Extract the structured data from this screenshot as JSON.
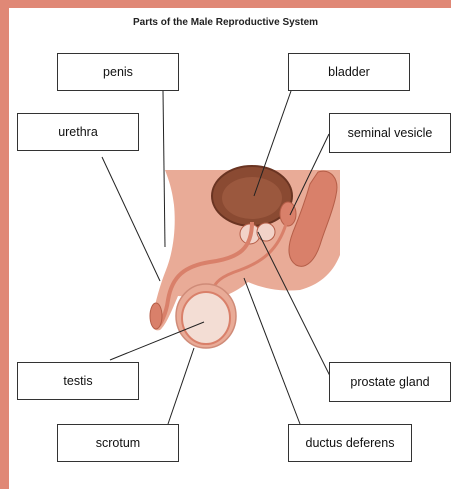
{
  "title": "Parts of the Male Reproductive System",
  "labels": {
    "penis": "penis",
    "bladder": "bladder",
    "urethra": "urethra",
    "seminal_vesicle": "seminal vesicle",
    "testis": "testis",
    "prostate_gland": "prostate gland",
    "scrotum": "scrotum",
    "ductus_deferens": "ductus deferens"
  },
  "colors": {
    "frame": "#e08876",
    "skin": "#e9ab97",
    "bladder": "#8a4a32",
    "tube": "#d9806a"
  }
}
